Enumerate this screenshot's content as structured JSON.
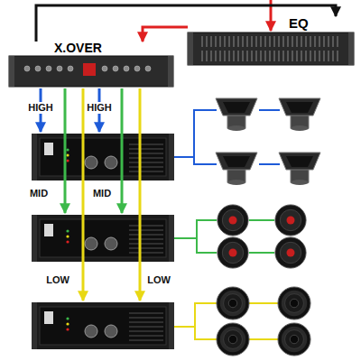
{
  "diagram": {
    "nodes": [
      {
        "text": [
          "EQ"
        ]
      },
      {
        "text": [
          "X.OVER"
        ]
      }
    ],
    "edges": [
      {
        "from": 1,
        "to": 0,
        "arrow": "to"
      },
      {
        "from": 0,
        "to": 1,
        "arrow": "to"
      }
    ],
    "labels": [
      "HIGH",
      "HIGH",
      "MID",
      "MID",
      "LOW",
      "LOW"
    ]
  }
}
